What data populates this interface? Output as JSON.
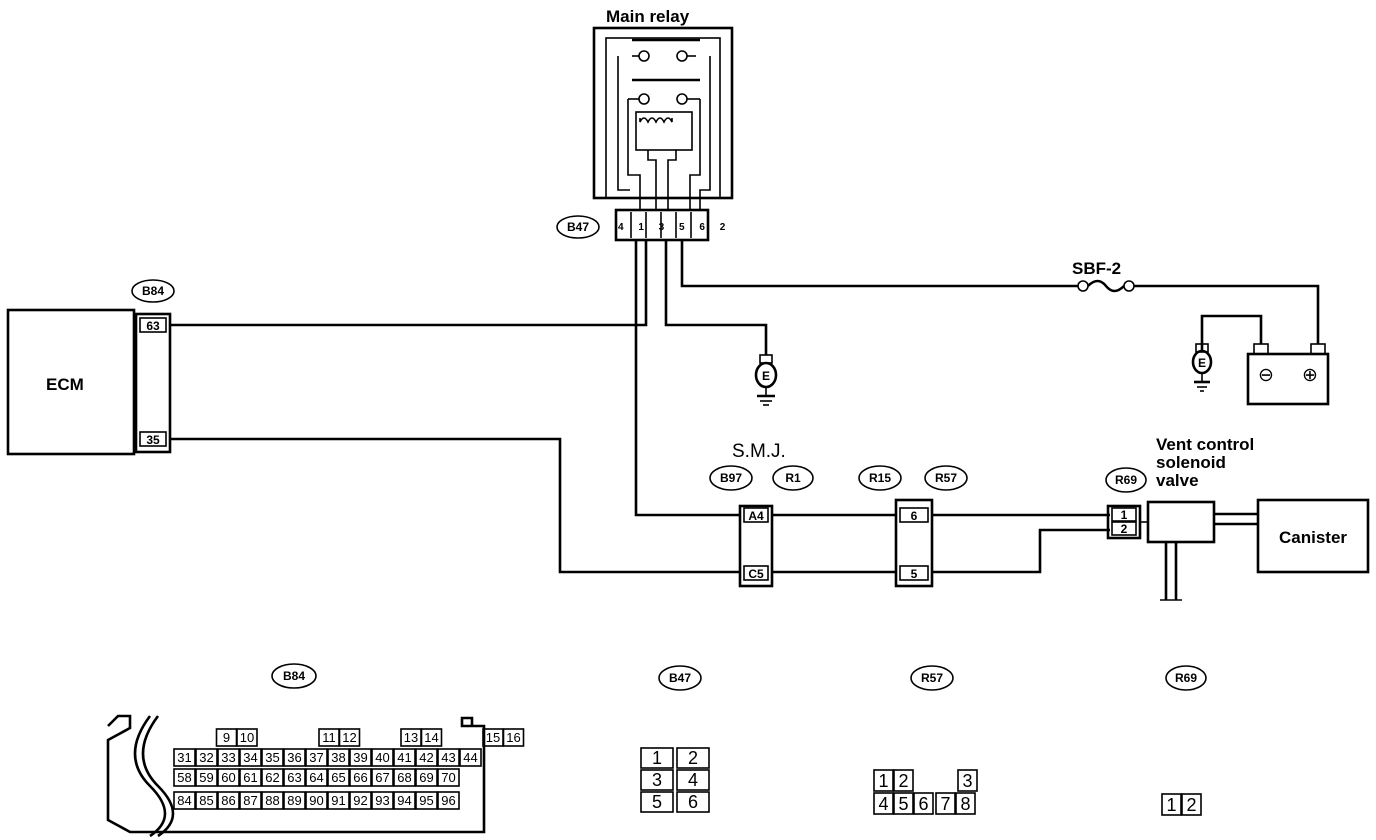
{
  "labels": {
    "main_relay": "Main relay",
    "ecm": "ECM",
    "sbf": "SBF-2",
    "smj": "S.M.J.",
    "vent_line1": "Vent control",
    "vent_line2": "solenoid",
    "vent_line3": "valve",
    "canister": "Canister",
    "earth": "E"
  },
  "connector_tags": {
    "b47": "B47",
    "b84": "B84",
    "b97": "B97",
    "r1": "R1",
    "r15": "R15",
    "r57": "R57",
    "r69": "R69"
  },
  "pins": {
    "b84_top": "63",
    "b84_bottom": "35",
    "smj_top": "A4",
    "smj_bottom": "C5",
    "r57_top": "6",
    "r57_bottom": "5",
    "r69_top": "1",
    "r69_bottom": "2",
    "b47_pins": "4 1 3 5 6 2"
  },
  "battery": {
    "minus": "⊖",
    "plus": "⊕"
  },
  "connector_views": {
    "b84_title": "B84",
    "b47_title": "B47",
    "r57_title": "R57",
    "r69_title": "R69",
    "b84_row0": [
      "9",
      "10",
      "11",
      "12",
      "13",
      "14",
      "15",
      "16"
    ],
    "b84_row1": [
      "31",
      "32",
      "33",
      "34",
      "35",
      "36",
      "37",
      "38",
      "39",
      "40",
      "41",
      "42",
      "43",
      "44"
    ],
    "b84_row2": [
      "58",
      "59",
      "60",
      "61",
      "62",
      "63",
      "64",
      "65",
      "66",
      "67",
      "68",
      "69",
      "70"
    ],
    "b84_row3": [
      "84",
      "85",
      "86",
      "87",
      "88",
      "89",
      "90",
      "91",
      "92",
      "93",
      "94",
      "95",
      "96"
    ],
    "b47_cells": [
      "1",
      "2",
      "3",
      "4",
      "5",
      "6"
    ],
    "r57_cells": [
      "1",
      "2",
      "3",
      "4",
      "5",
      "6",
      "7",
      "8"
    ],
    "r69_cells": [
      "1",
      "2"
    ]
  }
}
